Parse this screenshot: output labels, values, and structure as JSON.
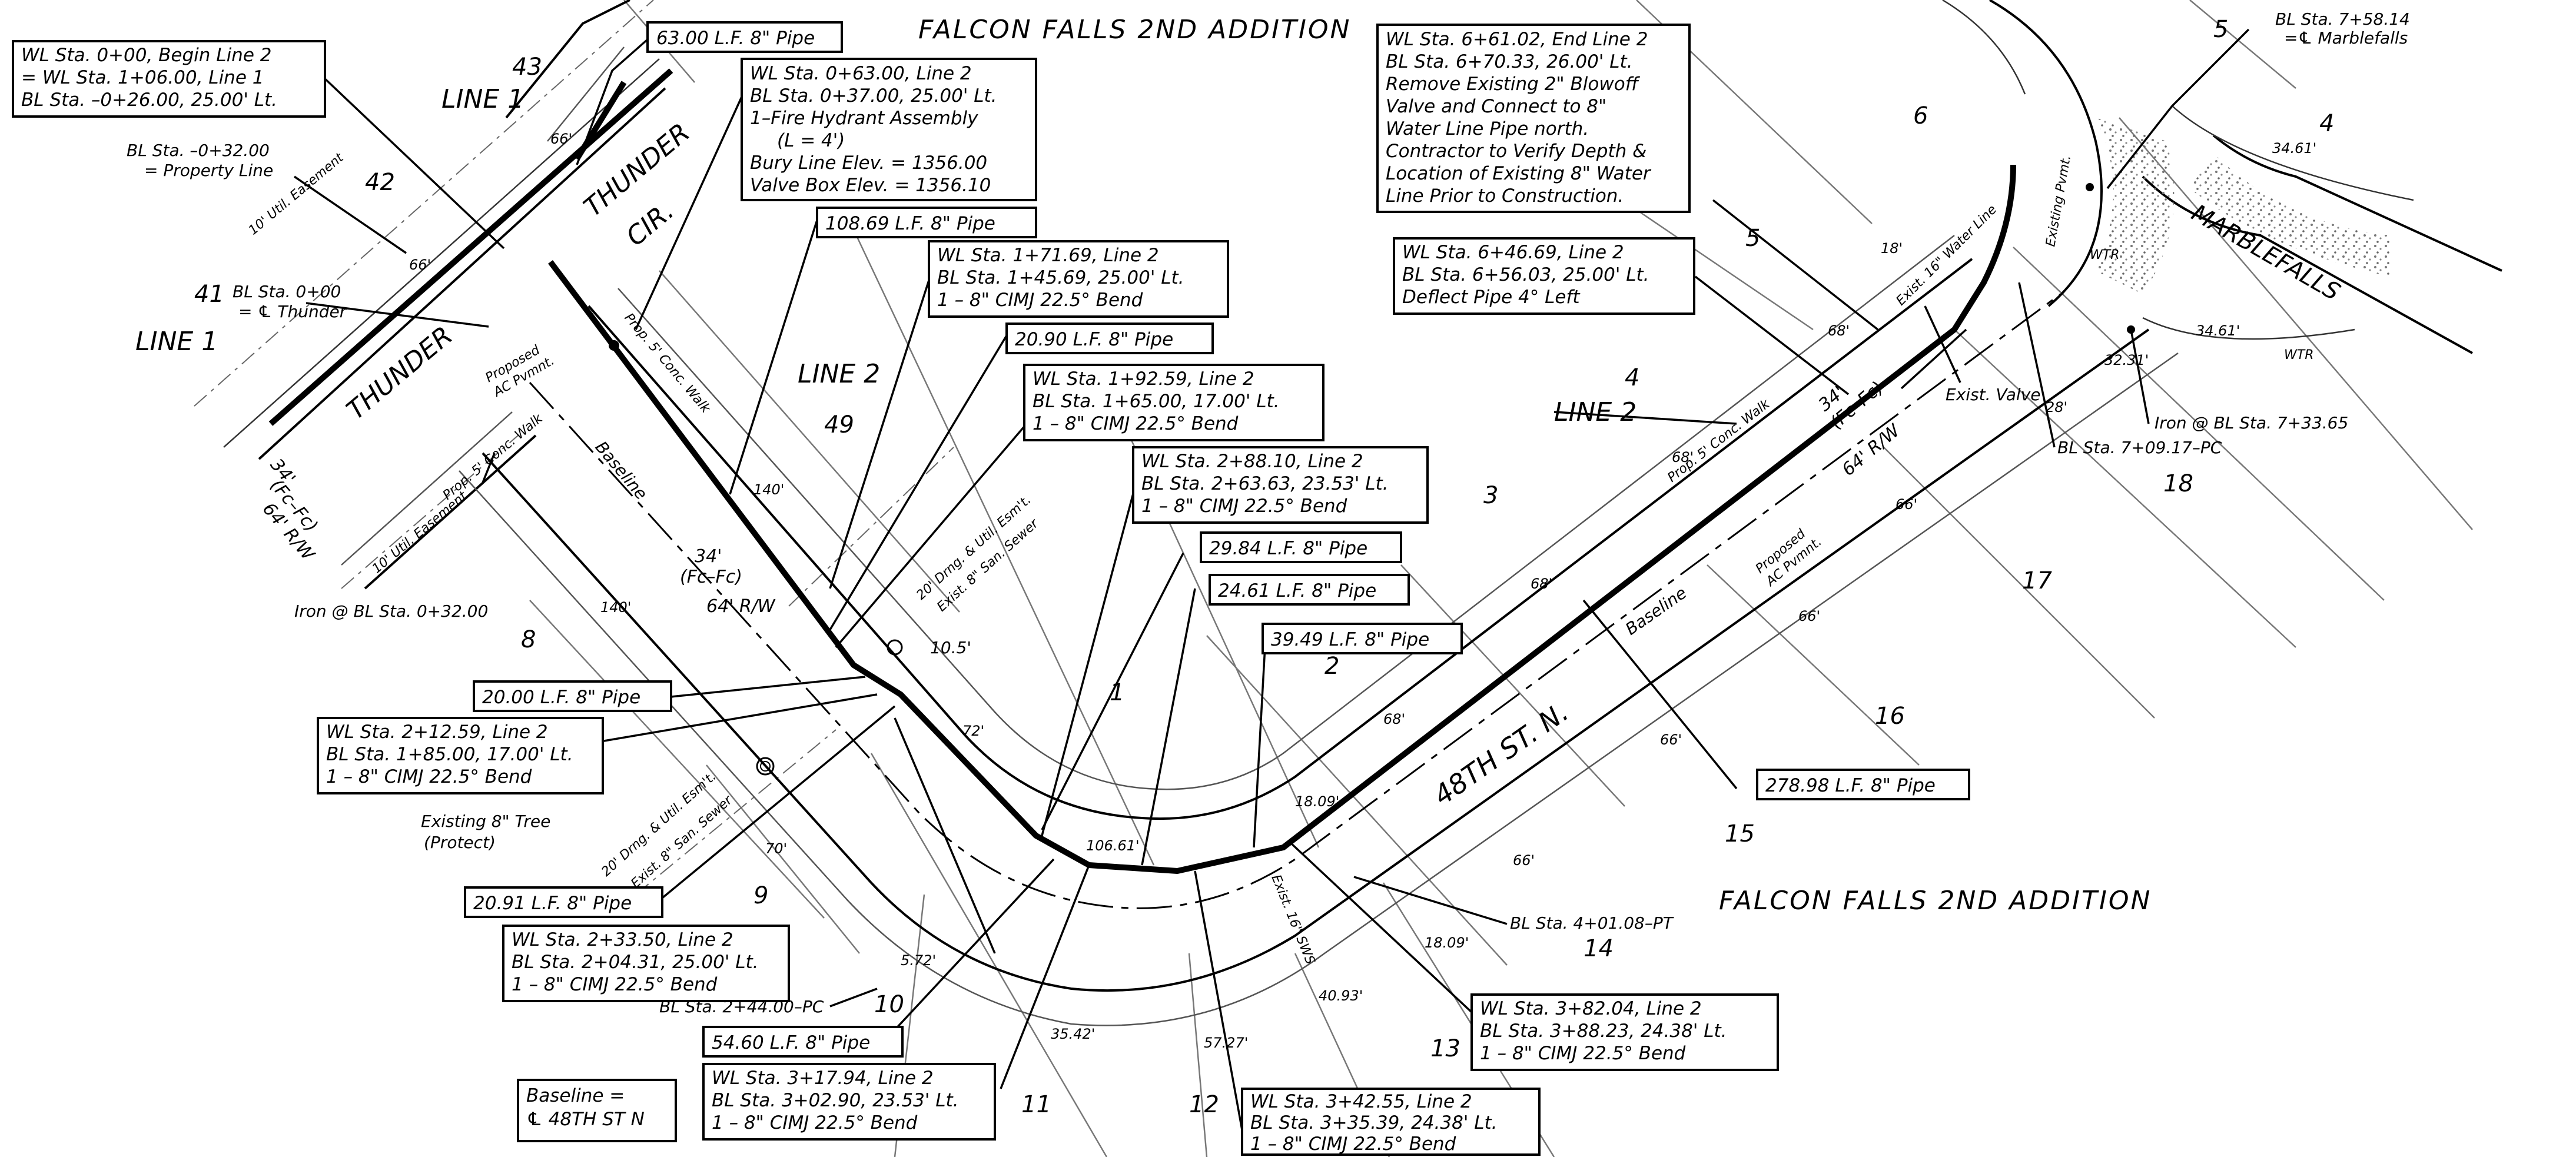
{
  "titles": {
    "top": "FALCON FALLS 2ND ADDITION",
    "bottom": "FALCON FALLS 2ND ADDITION"
  },
  "streets": {
    "thunder_cir_1": "THUNDER",
    "thunder_cir_2": "CIR.",
    "thunder": "THUNDER",
    "marblefalls": "MARBLEFALLS",
    "street_48th": "48TH ST. N.",
    "baseline_1": "Baseline",
    "baseline_2": "Baseline"
  },
  "line_labels": {
    "line1_top": "LINE 1",
    "line1_left": "LINE 1",
    "line2_mid": "LINE 2",
    "line2_right": "LINE 2"
  },
  "lots": [
    "43",
    "42",
    "41",
    "49",
    "8",
    "9",
    "10",
    "1",
    "2",
    "3",
    "4",
    "5",
    "6",
    "4",
    "5",
    "18",
    "17",
    "16",
    "15",
    "14",
    "13",
    "12",
    "11"
  ],
  "callouts": {
    "wl_begin_line2": [
      "WL Sta. 0+00, Begin Line 2",
      "= WL Sta. 1+06.00, Line 1",
      "BL Sta. –0+26.00, 25.00' Lt."
    ],
    "pipe_63": [
      "63.00 L.F. 8\" Pipe"
    ],
    "wl_0_63": [
      "WL Sta. 0+63.00, Line 2",
      "BL Sta. 0+37.00, 25.00' Lt.",
      "1–Fire Hydrant Assembly",
      "(L = 4')",
      "Bury Line Elev. = 1356.00",
      "Valve Box Elev. = 1356.10"
    ],
    "pipe_108": [
      "108.69 L.F. 8\" Pipe"
    ],
    "wl_1_71": [
      "WL Sta. 1+71.69, Line 2",
      "BL Sta. 1+45.69, 25.00' Lt.",
      "1 – 8\" CIMJ 22.5° Bend"
    ],
    "pipe_20_90": [
      "20.90 L.F. 8\" Pipe"
    ],
    "wl_1_92": [
      "WL Sta. 1+92.59, Line 2",
      "BL Sta. 1+65.00, 17.00' Lt.",
      "1 – 8\" CIMJ 22.5° Bend"
    ],
    "wl_2_88": [
      "WL Sta. 2+88.10, Line 2",
      "BL Sta. 2+63.63, 23.53' Lt.",
      "1 – 8\" CIMJ 22.5° Bend"
    ],
    "pipe_29_84": [
      "29.84 L.F. 8\" Pipe"
    ],
    "pipe_24_61": [
      "24.61 L.F. 8\" Pipe"
    ],
    "pipe_39_49": [
      "39.49 L.F. 8\" Pipe"
    ],
    "pipe_20_00": [
      "20.00 L.F. 8\" Pipe"
    ],
    "wl_2_12": [
      "WL Sta. 2+12.59, Line 2",
      "BL Sta. 1+85.00, 17.00' Lt.",
      "1 – 8\" CIMJ 22.5° Bend"
    ],
    "pipe_20_91": [
      "20.91 L.F. 8\" Pipe"
    ],
    "wl_2_33": [
      "WL Sta. 2+33.50, Line 2",
      "BL Sta. 2+04.31, 25.00' Lt.",
      "1 – 8\" CIMJ 22.5° Bend"
    ],
    "pipe_54_60": [
      "54.60 L.F. 8\" Pipe"
    ],
    "wl_3_17": [
      "WL Sta. 3+17.94, Line 2",
      "BL Sta. 3+02.90, 23.53' Lt.",
      "1 – 8\" CIMJ 22.5° Bend"
    ],
    "wl_3_42": [
      "WL Sta. 3+42.55, Line 2",
      "BL Sta. 3+35.39, 24.38' Lt.",
      "1 – 8\" CIMJ 22.5° Bend"
    ],
    "wl_3_82": [
      "WL Sta. 3+82.04, Line 2",
      "BL Sta. 3+88.23, 24.38' Lt.",
      "1 – 8\" CIMJ 22.5° Bend"
    ],
    "pipe_278": [
      "278.98 L.F. 8\" Pipe"
    ],
    "wl_6_46": [
      "WL Sta. 6+46.69, Line 2",
      "BL Sta. 6+56.03, 25.00' Lt.",
      "Deflect Pipe 4° Left"
    ],
    "wl_6_61": [
      "WL Sta. 6+61.02, End Line 2",
      "BL Sta. 6+70.33, 26.00' Lt.",
      "Remove Existing 2\" Blowoff",
      "Valve and Connect to 8\"",
      "Water Line Pipe north.",
      "Contractor to Verify Depth &",
      "Location of Existing 8\" Water",
      "Line Prior to Construction."
    ],
    "baseline_note": [
      "Baseline =",
      "℄ 48TH ST N"
    ]
  },
  "notes": {
    "bl_minus_032": [
      "BL Sta. –0+32.00",
      "= Property Line"
    ],
    "bl_0_00": [
      "BL Sta. 0+00",
      "= ℄ Thunder"
    ],
    "iron_0_32": "Iron @ BL Sta. 0+32.00",
    "existing_tree": [
      "Existing 8\" Tree",
      "(Protect)"
    ],
    "bl_2_44_pc": "BL Sta. 2+44.00–PC",
    "bl_4_01_pt": "BL Sta. 4+01.08–PT",
    "bl_7_09_pc": "BL Sta. 7+09.17–PC",
    "iron_7_33": "Iron @ BL Sta. 7+33.65",
    "bl_7_58": [
      "BL Sta. 7+58.14",
      "=℄ Marblefalls"
    ],
    "exist_valve": "Exist. Valve",
    "exist_pvmt": "Existing Pvmt.",
    "wtr_1": "WTR",
    "wtr_2": "WTR",
    "rw_34_1": "34'",
    "fcfc_1": "(Fc–Fc)",
    "rw_64_1": "64' R/W",
    "rw_34_2": "34'",
    "fcfc_2": "(Fc–Fc)",
    "rw_64_2": "64' R/W",
    "rw_34_3": "34'",
    "fcfc_3": "(Fc–Fc)",
    "rw_64_3": "64' R/W",
    "proposed_ac_1": [
      "Proposed",
      "AC Pvmnt."
    ],
    "proposed_ac_2": [
      "Proposed",
      "AC Pvmnt."
    ],
    "util_easement_1": "10' Util. Easement",
    "util_easement_2": "10' Util. Easement",
    "drng_easement_1": "20' Drng. & Util. Esm't.",
    "drng_easement_2": "20' Drng. & Util. Esm't.",
    "exist_sewer_1": "Exist. 8\" San. Sewer",
    "exist_sewer_2": "Exist. 8\" San. Sewer",
    "conc_walk_1": "Prop. 5' Conc. Walk",
    "conc_walk_2": "Prop. 5' Conc. Walk",
    "conc_walk_3": "Prop. 5' Conc. Walk",
    "exist_16_sws": "Exist. 16\" SWS",
    "exist_line": "Exist. 16\" Water Line",
    "dim_10_5": "10.5'",
    "dims": [
      "66'",
      "66'",
      "140'",
      "140'",
      "72'",
      "70'",
      "5.72'",
      "35.42'",
      "57.27'",
      "106.61'",
      "18.09'",
      "68'",
      "68'",
      "68'",
      "68'",
      "66'",
      "66'",
      "66'",
      "66'",
      "40.93'",
      "18.09'",
      "34.61'",
      "34.61'",
      "32.31'",
      "28'",
      "18'"
    ]
  }
}
